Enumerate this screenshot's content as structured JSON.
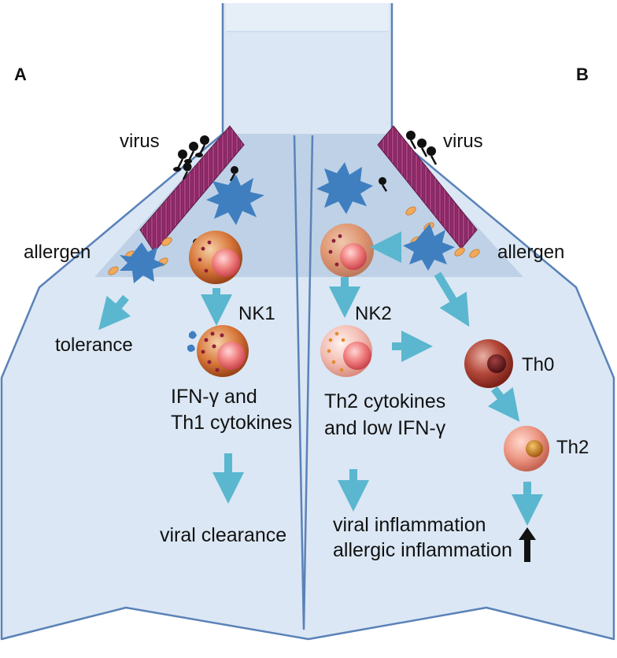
{
  "panels": {
    "left": "A",
    "right": "B"
  },
  "left": {
    "virus": "virus",
    "allergen": "allergen",
    "tolerance": "tolerance",
    "nk_cell": "NK1",
    "cytokines_line1": "IFN-γ and",
    "cytokines_line2": "Th1 cytokines",
    "outcome": "viral clearance"
  },
  "right": {
    "virus": "virus",
    "allergen": "allergen",
    "nk_cell": "NK2",
    "th0": "Th0",
    "th2": "Th2",
    "cytokines_line1": "Th2 cytokines",
    "cytokines_line2": "and low IFN-γ",
    "outcome_line1": "viral inflammation",
    "outcome_line2": "allergic inflammation"
  },
  "colors": {
    "airway_fill": "#dbe7f4",
    "airway_stroke": "#5a82b8",
    "shaded_zone": "#b9cde3",
    "epithelium": "#8a2a6a",
    "dendritic_cell": "#3f7fc0",
    "arrow": "#5ab7cf",
    "nk1_cell": "#c8602c",
    "nk2_cell": "#f0c2bb",
    "th0_cell": "#a83a30",
    "th2_cell": "#e88a78",
    "allergen_particle": "#f1a95c"
  },
  "icons": [
    "virus-particle-icon",
    "dendritic-cell-icon",
    "nk-cell-icon",
    "t-cell-icon",
    "up-arrow-icon",
    "allergen-particle-icon"
  ]
}
